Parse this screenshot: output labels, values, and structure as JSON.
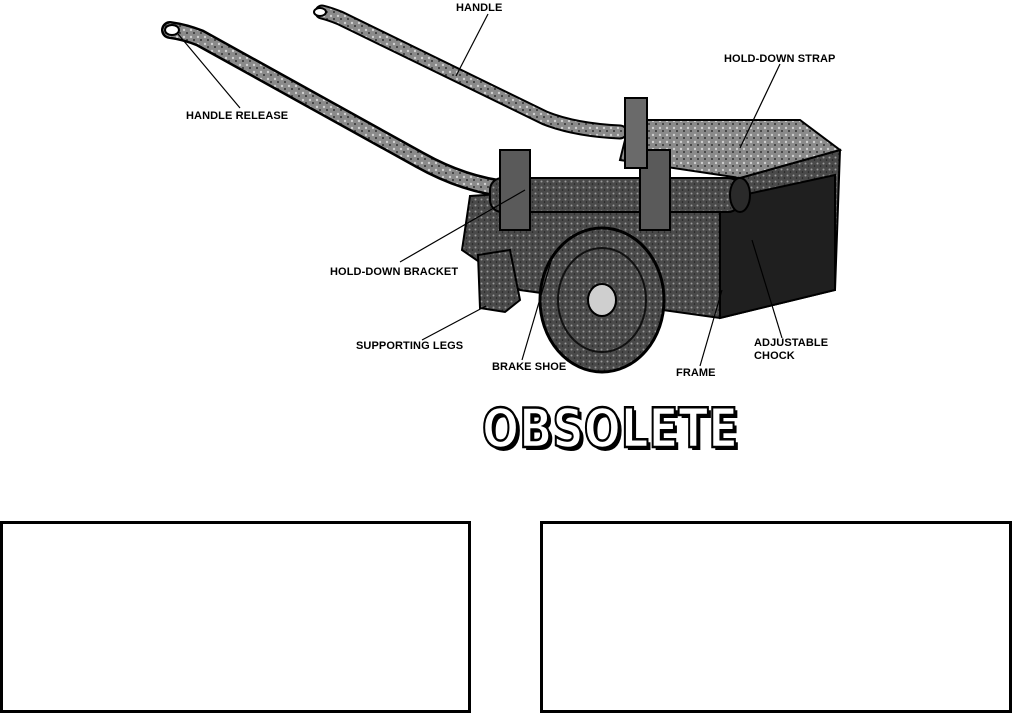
{
  "labels": {
    "handle": "HANDLE",
    "hold_down_strap": "HOLD-DOWN STRAP",
    "handle_release": "HANDLE RELEASE",
    "hold_down_bracket": "HOLD-DOWN BRACKET",
    "supporting_legs": "SUPPORTING LEGS",
    "brake_shoe": "BRAKE SHOE",
    "frame": "FRAME",
    "adjustable": "ADJUSTABLE",
    "chock": "CHOCK"
  },
  "stamp": {
    "text": "OBSOLETE"
  },
  "colors": {
    "ink": "#000000",
    "paper": "#ffffff",
    "metal": "#3a3a3a"
  }
}
